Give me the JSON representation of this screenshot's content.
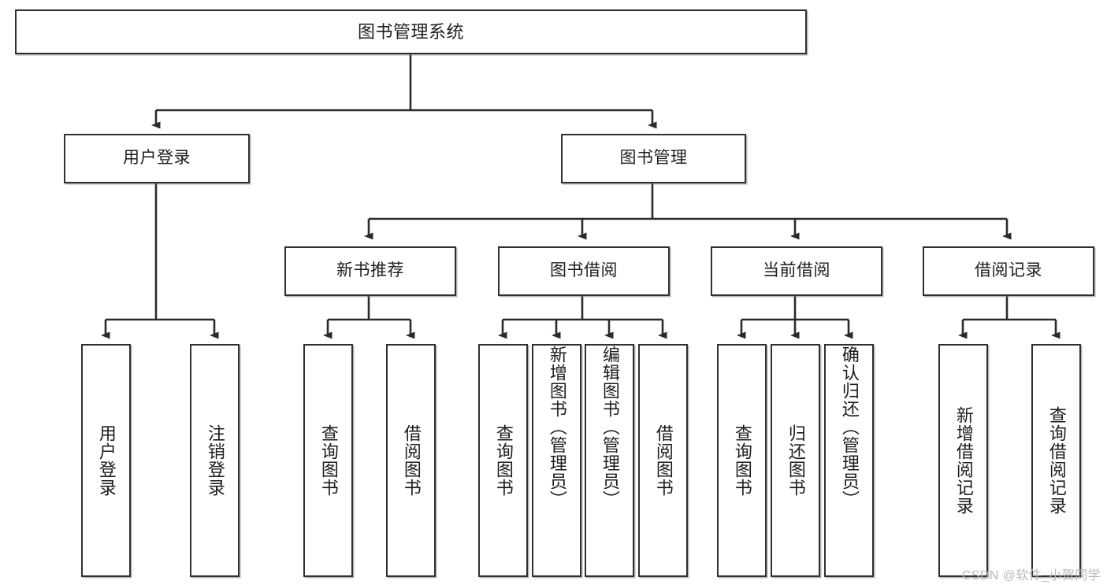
{
  "diagram": {
    "title": "图书管理系统",
    "type": "hierarchy-tree",
    "watermark": "CSDN @软件_小贺同学",
    "colors": {
      "box_border": "#30302f",
      "box_fill": "#ffffff",
      "connector": "#2b2b2b",
      "text": "#1d1d1b",
      "watermark": "#b9b9b9"
    },
    "levels": {
      "root": {
        "label": "图书管理系统"
      },
      "level2": [
        {
          "label": "用户登录"
        },
        {
          "label": "图书管理"
        }
      ],
      "level3": [
        {
          "label": "新书推荐"
        },
        {
          "label": "图书借阅"
        },
        {
          "label": "当前借阅"
        },
        {
          "label": "借阅记录"
        }
      ],
      "leaves": {
        "user_login": [
          {
            "label": "用户登录"
          },
          {
            "label": "注销登录"
          }
        ],
        "new_book_rec": [
          {
            "label": "查询图书"
          },
          {
            "label": "借阅图书"
          }
        ],
        "book_borrow": [
          {
            "label": "查询图书"
          },
          {
            "label": "新增图书（管理员）"
          },
          {
            "label": "编辑图书（管理员）"
          },
          {
            "label": "借阅图书"
          }
        ],
        "current_borrow": [
          {
            "label": "查询图书"
          },
          {
            "label": "归还图书"
          },
          {
            "label": "确认归还（管理员）"
          }
        ],
        "borrow_record": [
          {
            "label": "新增借阅记录"
          },
          {
            "label": "查询借阅记录"
          }
        ]
      }
    }
  }
}
